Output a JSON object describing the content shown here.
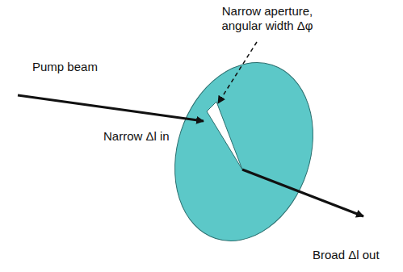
{
  "diagram": {
    "labels": [
      "Narrow aperture, angular width Δφ",
      "Pump beam",
      "Narrow Δl in",
      "Broad Δl out"
    ]
  }
}
